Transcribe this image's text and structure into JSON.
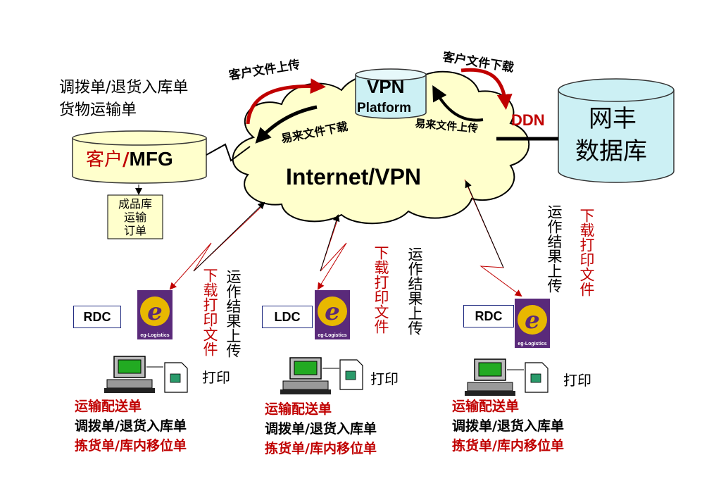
{
  "header": {
    "line1": "调拨单/退货入库单",
    "line2": "货物运输单"
  },
  "client": {
    "label_a": "客户",
    "label_sep": "/",
    "label_b": "MFG"
  },
  "order_box": {
    "lines": [
      "成品库",
      "运输",
      "订单"
    ]
  },
  "cloud": {
    "label": "Internet/VPN",
    "vpn_line1": "VPN",
    "vpn_line2": "Platform"
  },
  "arrows": {
    "client_upload": "客户文件上传",
    "yilai_download": "易来文件下载",
    "client_download": "客户文件下载",
    "yilai_upload": "易来文件上传"
  },
  "ddn": "DDN",
  "database": {
    "line1": "网丰",
    "line2": "数据库"
  },
  "sites": [
    {
      "code": "RDC",
      "download_label": "下载打印文件",
      "upload_label": "运作结果上传",
      "print_label": "打印",
      "docs": [
        "运输配送单",
        "调拨单/退货入库单",
        "拣货单/库内移位单"
      ]
    },
    {
      "code": "LDC",
      "download_label": "下载打印文件",
      "upload_label": "运作结果上传",
      "print_label": "打印",
      "docs": [
        "运输配送单",
        "调拨单/退货入库单",
        "拣货单/库内移位单"
      ]
    },
    {
      "code": "RDC",
      "download_label": "下载打印文件",
      "upload_label": "运作结果上传",
      "print_label": "打印",
      "docs": [
        "运输配送单",
        "调拨单/退货入库单",
        "拣货单/库内移位单"
      ]
    }
  ],
  "logo": {
    "glyph": "e",
    "small_text": "eg-Logistics"
  },
  "colors": {
    "accent_red": "#c00000",
    "cloud_fill": "#ffffcc",
    "db_fill": "#ccf0f4",
    "client_fill": "#ffffcc",
    "logo_purple": "#5a2a7a",
    "logo_yellow": "#e8b800"
  }
}
